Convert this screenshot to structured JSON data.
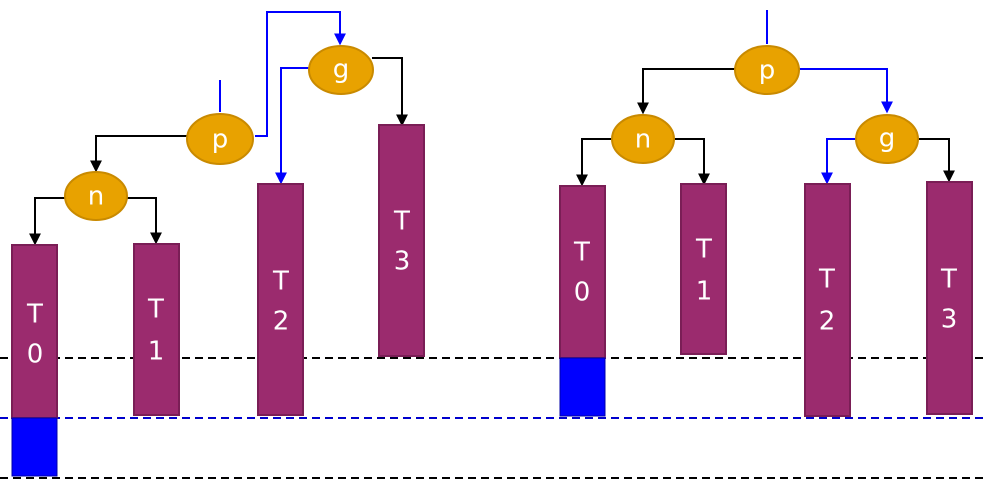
{
  "colors": {
    "node_fill": "#E8A200",
    "node_stroke": "#C98A00",
    "subtree_fill": "#9B2B6E",
    "subtree_stroke": "#7A1E56",
    "highlight_fill": "#0000FF",
    "edge_black": "#000000",
    "edge_blue": "#0000FF",
    "baseline_black": "#000000",
    "baseline_blue": "#0000CC"
  },
  "left_tree": {
    "nodes": {
      "g": "g",
      "p": "p",
      "n": "n"
    },
    "subtrees": {
      "t0": [
        "T",
        "0"
      ],
      "t1": [
        "T",
        "1"
      ],
      "t2": [
        "T",
        "2"
      ],
      "t3": [
        "T",
        "3"
      ]
    }
  },
  "right_tree": {
    "nodes": {
      "p": "p",
      "n": "n",
      "g": "g"
    },
    "subtrees": {
      "t0": [
        "T",
        "0"
      ],
      "t1": [
        "T",
        "1"
      ],
      "t2": [
        "T",
        "2"
      ],
      "t3": [
        "T",
        "3"
      ]
    }
  }
}
